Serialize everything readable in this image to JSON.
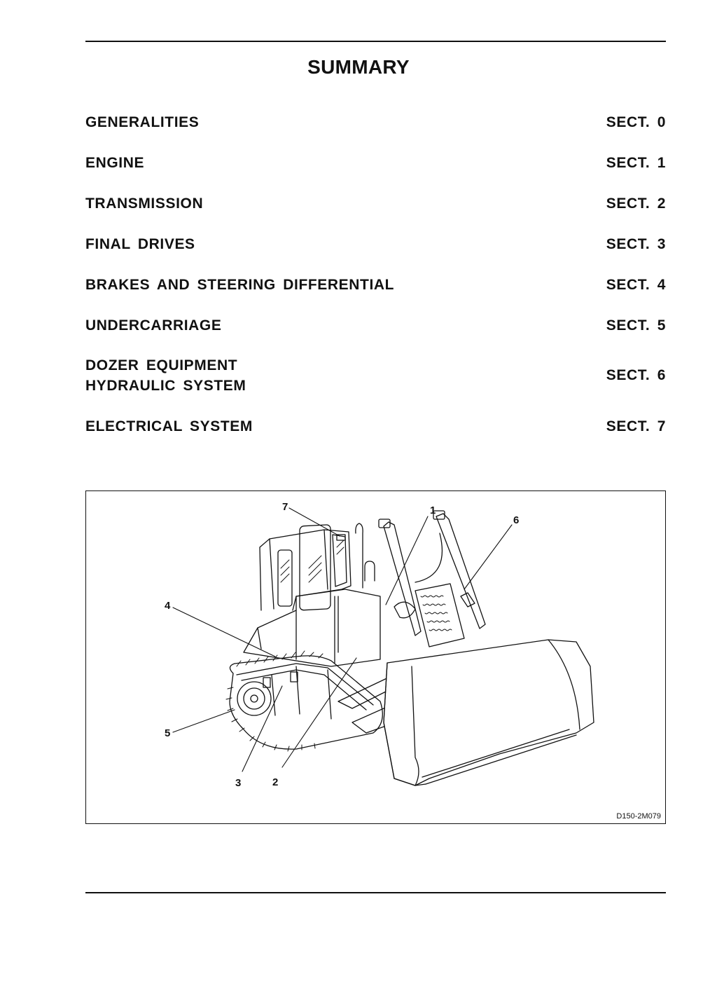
{
  "title": "SUMMARY",
  "toc": [
    {
      "label": "GENERALITIES",
      "section": "SECT. 0"
    },
    {
      "label": "ENGINE",
      "section": "SECT. 1"
    },
    {
      "label": "TRANSMISSION",
      "section": "SECT. 2"
    },
    {
      "label": "FINAL DRIVES",
      "section": "SECT. 3"
    },
    {
      "label": "BRAKES AND STEERING DIFFERENTIAL",
      "section": "SECT. 4"
    },
    {
      "label": "UNDERCARRIAGE",
      "section": "SECT. 5"
    },
    {
      "label": "DOZER EQUIPMENT",
      "label2": "HYDRAULIC SYSTEM",
      "section": "SECT. 6"
    },
    {
      "label": "ELECTRICAL SYSTEM",
      "section": "SECT. 7"
    }
  ],
  "figure": {
    "id": "D150-2M079",
    "callouts": [
      "1",
      "2",
      "3",
      "4",
      "5",
      "6",
      "7"
    ]
  }
}
